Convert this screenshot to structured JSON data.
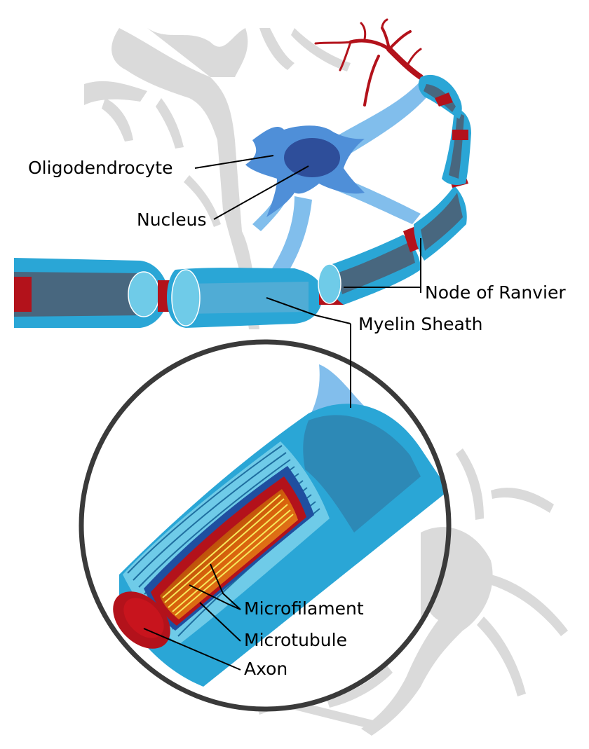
{
  "labels": {
    "oligodendrocyte": "Oligodendrocyte",
    "nucleus": "Nucleus",
    "node_of_ranvier": "Node of Ranvier",
    "myelin_sheath": "Myelin Sheath",
    "microfilament": "Microfilament",
    "microtubule": "Microtubule",
    "axon": "Axon"
  },
  "colors": {
    "myelin_light": "#2aa6d6",
    "myelin_pale": "#6fcbe8",
    "axon_dark": "#48677f",
    "oligodendrocyte": "#4f8fd8",
    "nucleus": "#2e4e9a",
    "node_red": "#b3121b",
    "background_neuron": "#d9d9d9",
    "axoplasm_orange": "#f08a1a",
    "filament_yellow": "#f7e85a",
    "circle_outline": "#3a3a3a"
  }
}
